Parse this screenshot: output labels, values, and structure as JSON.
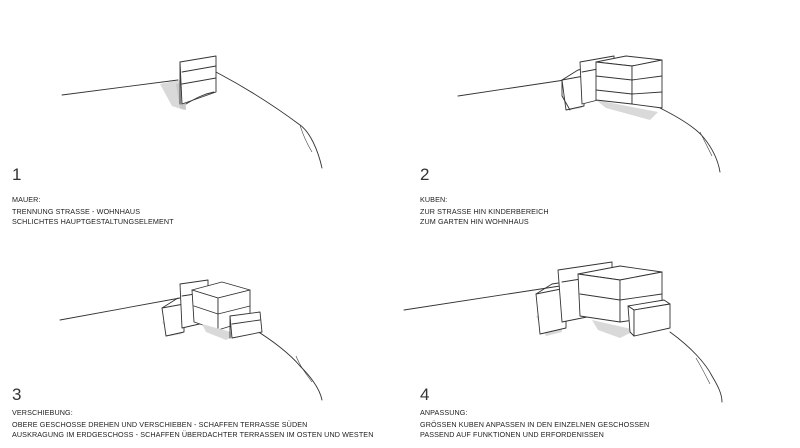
{
  "steps": [
    {
      "number": "1",
      "title": "MAUER:",
      "lines": [
        "TRENNUNG STRASSE - WOHNHAUS",
        "SCHLICHTES HAUPTGESTALTUNGSELEMENT"
      ]
    },
    {
      "number": "2",
      "title": "KUBEN:",
      "lines": [
        "ZUR STRASSE HIN KINDERBEREICH",
        "ZUM GARTEN HIN WOHNHAUS"
      ]
    },
    {
      "number": "3",
      "title": "VERSCHIEBUNG:",
      "lines": [
        "OBERE GESCHOSSE DREHEN UND VERSCHIEBEN - SCHAFFEN TERRASSE SÜDEN",
        "AUSKRAGUNG IM ERDGESCHOSS - SCHAFFEN ÜBERDACHTER TERRASSEN IM OSTEN UND WESTEN"
      ]
    },
    {
      "number": "4",
      "title": "ANPASSUNG:",
      "lines": [
        "GRÖSSEN KUBEN ANPASSEN IN DEN EINZELNEN GESCHOSSEN",
        "PASSEND AUF FUNKTIONEN UND ERFORDENISSEN"
      ]
    }
  ]
}
